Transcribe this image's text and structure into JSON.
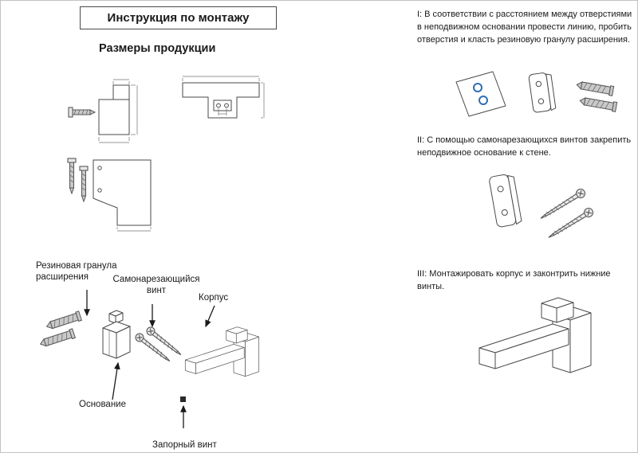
{
  "page": {
    "title": "Инструкция по монтажу",
    "section_title": "Размеры продукции"
  },
  "exploded_labels": {
    "rubber": "Резиновая гранула расширения",
    "screw": "Самонарезающийся винт",
    "body": "Корпус",
    "base": "Основание",
    "lock": "Запорный винт"
  },
  "steps": [
    {
      "id": "I",
      "text": "I: В соответствии с расстоянием между отверстиями в неподвижном основании провести линию, пробить отверстия и класть резиновую гранулу расширения."
    },
    {
      "id": "II",
      "text": "II: С помощью самонарезающихся винтов закрепить неподвижное основание к стене."
    },
    {
      "id": "III",
      "text": "III: Монтажировать корпус и законтрить нижние винты."
    }
  ],
  "colors": {
    "hole_accent": "#2f6db5",
    "line": "#4a4a4a"
  }
}
